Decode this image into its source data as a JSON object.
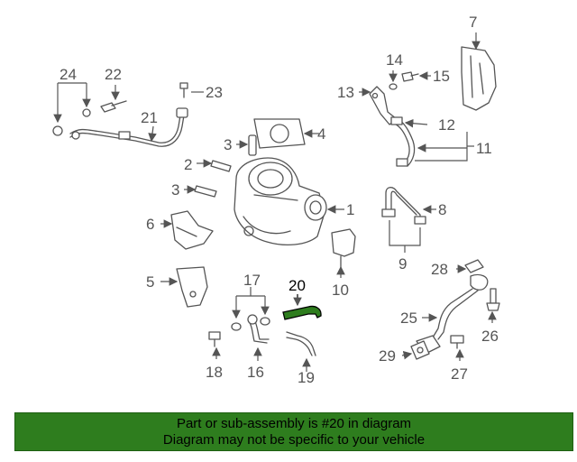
{
  "diagram": {
    "labels": {
      "p1": "1",
      "p2": "2",
      "p3a": "3",
      "p3b": "3",
      "p4": "4",
      "p5": "5",
      "p6": "6",
      "p7": "7",
      "p8": "8",
      "p9": "9",
      "p10": "10",
      "p11": "11",
      "p12": "12",
      "p13": "13",
      "p14": "14",
      "p15": "15",
      "p16": "16",
      "p17": "17",
      "p18": "18",
      "p19": "19",
      "p20": "20",
      "p21": "21",
      "p22": "22",
      "p23": "23",
      "p24": "24",
      "p25": "25",
      "p26": "26",
      "p27": "27",
      "p28": "28",
      "p29": "29"
    },
    "highlight_color": "#2e7d1e",
    "line_color": "#555555"
  },
  "banner": {
    "line1": "Part or sub-assembly is #20 in diagram",
    "line2": "Diagram may not be specific to your vehicle",
    "background": "#2e7d1e"
  }
}
